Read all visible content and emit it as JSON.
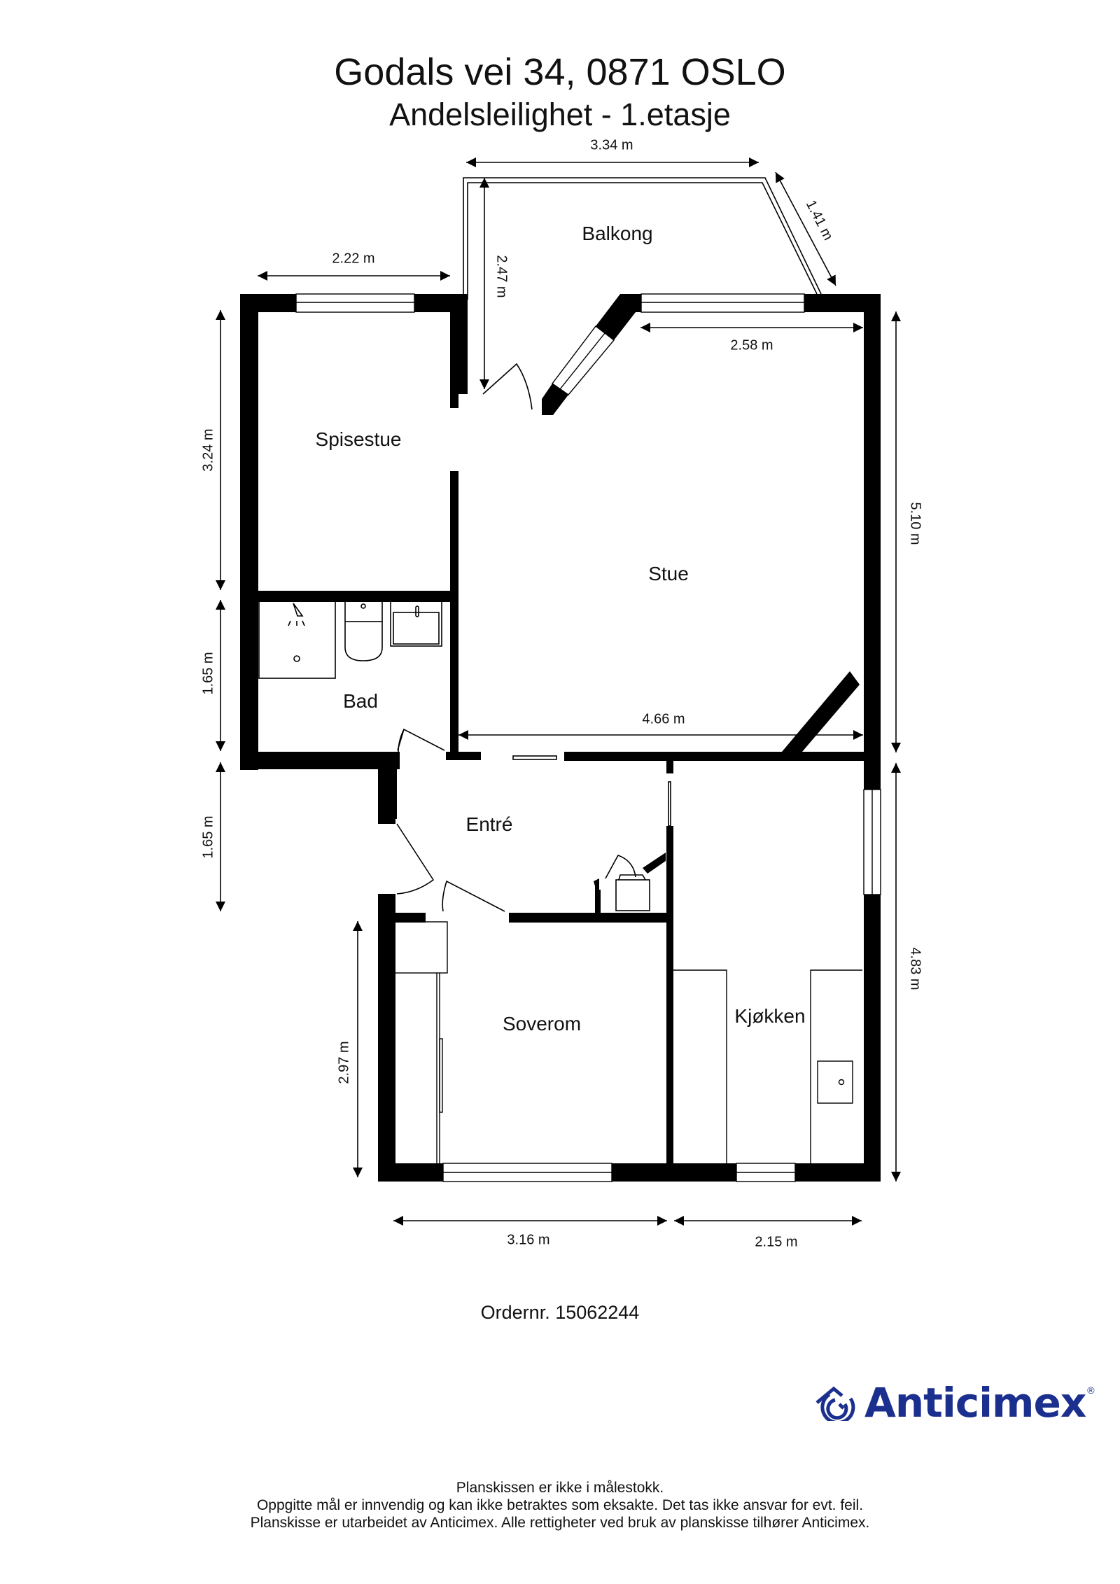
{
  "header": {
    "address": "Godals vei 34, 0871 OSLO",
    "subtitle": "Andelsleilighet  - 1.etasje"
  },
  "rooms": {
    "balkong": "Balkong",
    "spisestue": "Spisestue",
    "stue": "Stue",
    "bad": "Bad",
    "entre": "Entré",
    "soverom": "Soverom",
    "kjokken": "Kjøkken"
  },
  "dimensions": {
    "balkong_width": "3.34 m",
    "balkong_diagonal": "1.41 m",
    "balkong_depth": "2.47 m",
    "spisestue_width": "2.22 m",
    "spisestue_height": "3.24 m",
    "stue_window_width": "2.58 m",
    "stue_height": "5.10 m",
    "stue_width": "4.66 m",
    "bad_height": "1.65 m",
    "entre_height": "1.65 m",
    "kjokken_height": "4.83 m",
    "soverom_height": "2.97 m",
    "soverom_width": "3.16 m",
    "kjokken_width": "2.15 m"
  },
  "order": {
    "label": "Ordernr. 15062244"
  },
  "brand": {
    "name": "Anticimex",
    "registered": "®",
    "color": "#1b2f8e"
  },
  "footer": {
    "line1": "Planskissen er ikke i målestokk.",
    "line2": "Oppgitte mål er innvendig og kan ikke betraktes som eksakte. Det tas ikke ansvar for evt. feil.",
    "line3": "Planskisse er utarbeidet av Anticimex. Alle rettigheter ved bruk av planskisse tilhører Anticimex."
  },
  "colors": {
    "wall": "#000000",
    "line": "#111111",
    "background": "#ffffff"
  }
}
